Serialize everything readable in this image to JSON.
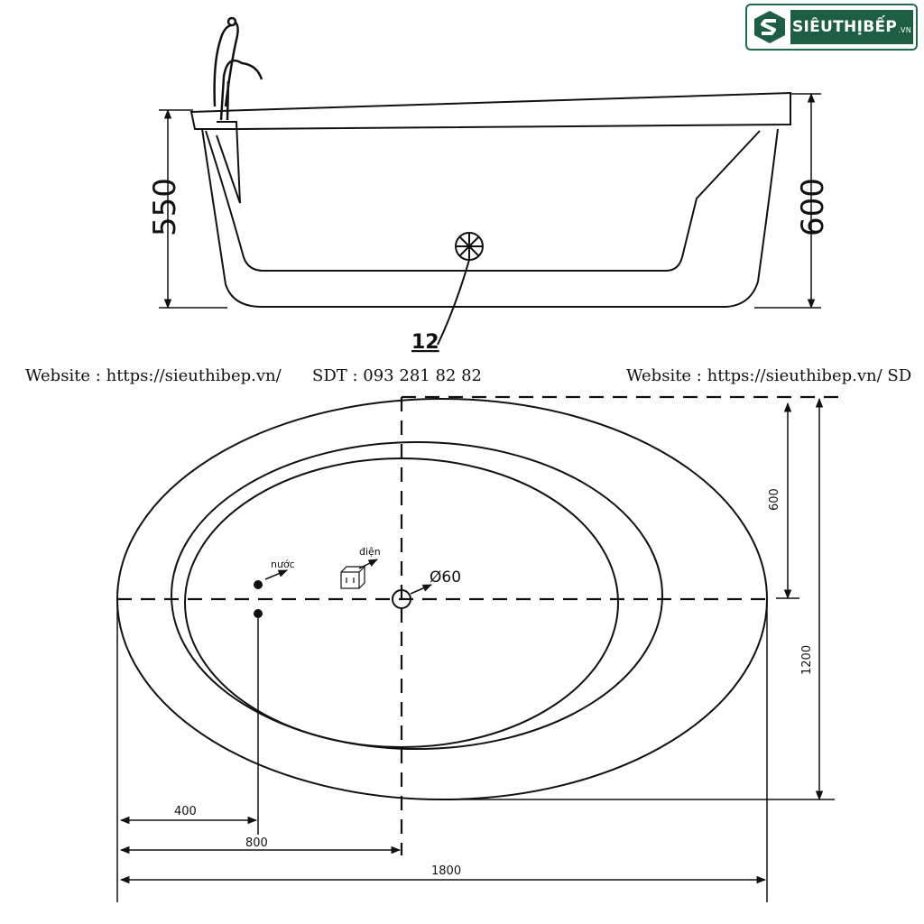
{
  "brand": {
    "name": "SIÊUTHỊBẾP",
    "suffix": ".VN",
    "color": "#1e5e43"
  },
  "side_view": {
    "height_left": "550",
    "height_right": "600",
    "callout": "12"
  },
  "top_view": {
    "dim_600": "600",
    "dim_1200": "1200",
    "dim_400": "400",
    "dim_800": "800",
    "dim_1800": "1800",
    "label_water": "nước",
    "label_power": "điện",
    "label_drain": "Ø60"
  },
  "watermark": {
    "left": "Website : https://sieuthibep.vn/      SDT : 093 281 82 82",
    "right": "Website : https://sieuthibep.vn/ SD"
  }
}
